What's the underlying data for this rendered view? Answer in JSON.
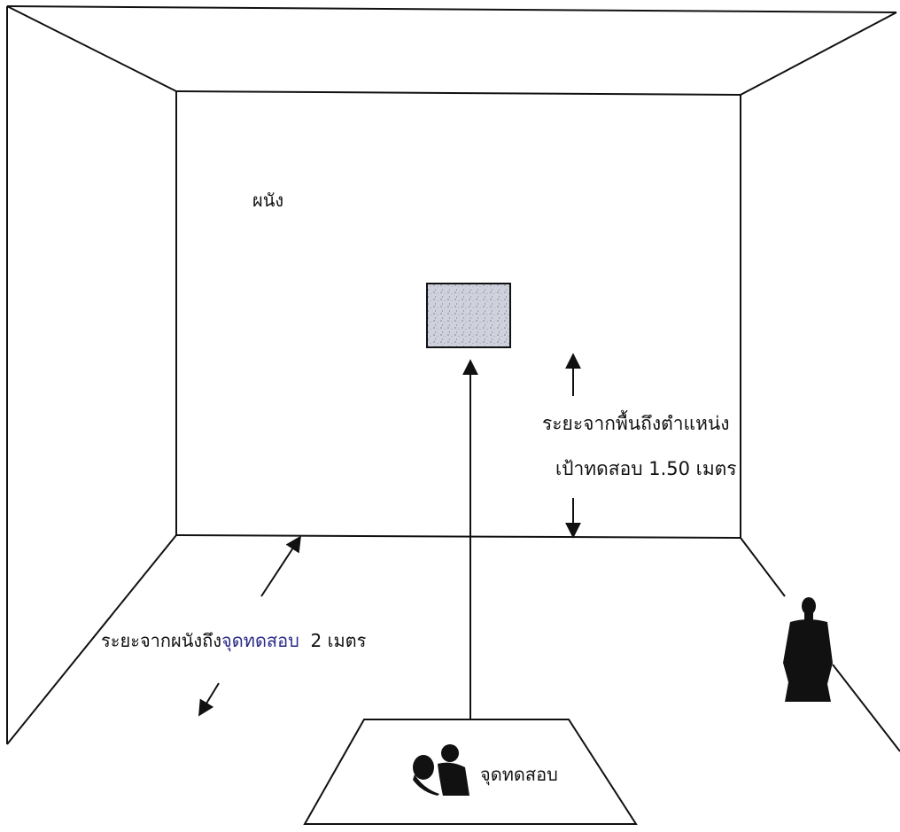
{
  "labels": {
    "wall": "ผนัง",
    "height_line_1": "ระยะจากพื้นถึงตำแหน่ง",
    "height_line_2": "เป้าทดสอบ 1.50 เมตร",
    "distance_prefix": "ระยะจากผนังถึง",
    "distance_highlight": "จุดทดสอบ",
    "distance_suffix": "  2 เมตร",
    "test_point": "จุดทดสอบ"
  },
  "colors": {
    "line": "#111111",
    "target_fill": "#c9cbd6",
    "silhouette": "#111111",
    "highlight_text": "#2a2a8a"
  },
  "icons": {
    "target": "target-square-icon",
    "athlete": "athlete-silhouette-icon",
    "observer": "person-silhouette-icon"
  }
}
